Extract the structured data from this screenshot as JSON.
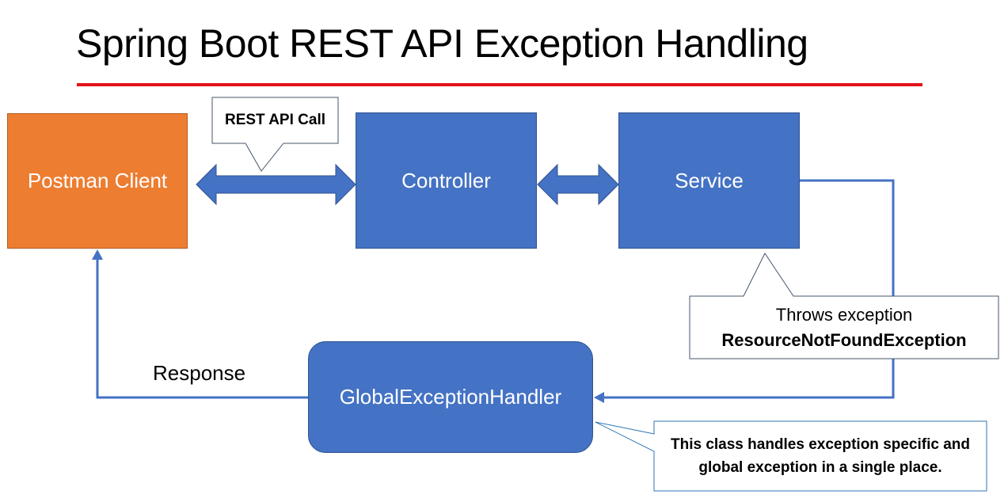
{
  "title": "Spring Boot REST API Exception Handling",
  "nodes": {
    "postman": "Postman Client",
    "controller": "Controller",
    "service": "Service",
    "handler": "GlobalExceptionHandler"
  },
  "callouts": {
    "rest_call": "REST API Call",
    "throws_line1": "Throws exception",
    "throws_line2": "ResourceNotFoundException",
    "class_line1": "This class handles exception specific and",
    "class_line2": "global exception in a single place."
  },
  "edge_labels": {
    "response": "Response"
  },
  "colors": {
    "accent_blue": "#4472c4",
    "client_orange": "#ed7d31",
    "title_rule_red": "#e2141b",
    "connector_blue": "#4472c4"
  }
}
